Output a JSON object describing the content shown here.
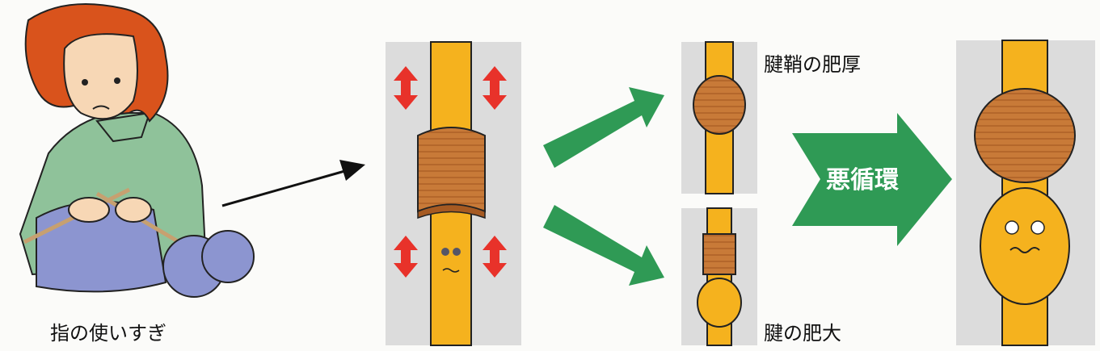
{
  "labels": {
    "overuse": "指の使いすぎ",
    "sheath_thickening": "腱鞘の肥厚",
    "tendon_enlargement": "腱の肥大",
    "vicious_cycle": "悪循環"
  },
  "colors": {
    "tendon": "#f5b21e",
    "sheath": "#c77a35",
    "panel": "#dcdcdc",
    "arrow_green": "#2f9a55",
    "stress_arrow": "#e8322a",
    "sweater": "#8fc29a",
    "knitting": "#8c95d0",
    "hair": "#d9531c"
  }
}
